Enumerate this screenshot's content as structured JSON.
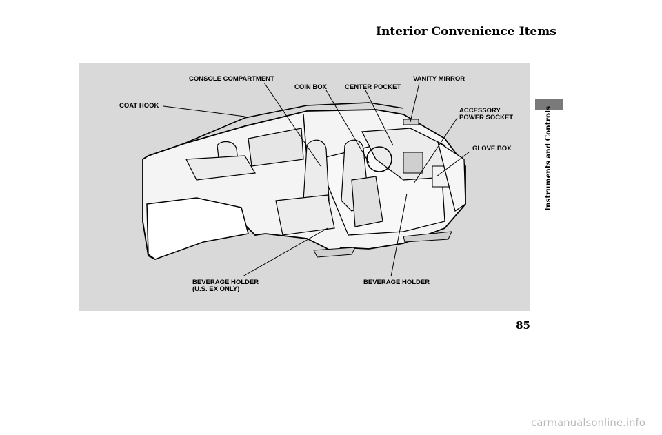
{
  "header": {
    "title": "Interior Convenience Items"
  },
  "side_tab": {
    "label": "Instruments and Controls"
  },
  "figure": {
    "callouts": {
      "console_compartment": "CONSOLE COMPARTMENT",
      "coin_box": "COIN BOX",
      "center_pocket": "CENTER POCKET",
      "vanity_mirror": "VANITY MIRROR",
      "coat_hook": "COAT HOOK",
      "accessory_power_socket": [
        "ACCESSORY",
        "POWER SOCKET"
      ],
      "glove_box": "GLOVE BOX",
      "beverage_holder_rear": [
        "BEVERAGE HOLDER",
        "(U.S. EX ONLY)"
      ],
      "beverage_holder_front": "BEVERAGE HOLDER"
    }
  },
  "page_number": "85",
  "watermark": "carmanualsonline.info"
}
